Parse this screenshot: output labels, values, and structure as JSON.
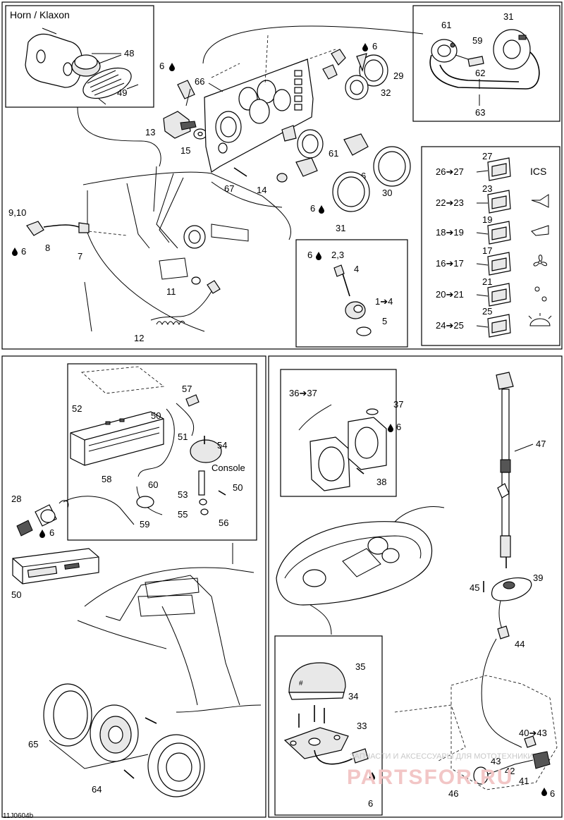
{
  "diagram_id": "11J0604b",
  "horn_title": "Horn  / Klaxon",
  "console_label": "Console",
  "ics_label": "ICS",
  "watermark": {
    "top": "ЗАПЧАСТИ И АКСЕССУАРЫ ДЛЯ МОТОТЕХНИКИ",
    "brand": "PARTSFOR.RU"
  },
  "callouts": {
    "p48": "48",
    "p49": "49",
    "p6_horn": "6",
    "p66": "66",
    "p13": "13",
    "p15": "15",
    "p6_a": "6",
    "p29": "29",
    "p32": "32",
    "p6_b": "6",
    "p61_mid": "61",
    "p6_c": "6",
    "p30": "30",
    "p31_mid": "31",
    "p6_d": "6",
    "p67": "67",
    "p14": "14",
    "p910": "9,10",
    "p8": "8",
    "p6_e": "6",
    "p7": "7",
    "p11": "11",
    "p12": "12",
    "p61_box": "61",
    "p31_box": "31",
    "p59": "59",
    "p62": "62",
    "p63": "63",
    "s27": "27",
    "s26_27": "26➔27",
    "s23": "23",
    "s22_23": "22➔23",
    "s19": "19",
    "s18_19": "18➔19",
    "s17": "17",
    "s16_17": "16➔17",
    "s21": "21",
    "s20_21": "20➔21",
    "s25": "25",
    "s24_25": "24➔25",
    "g6": "6",
    "g23": "2,3",
    "g4": "4",
    "g14": "1➔4",
    "g5": "5",
    "r52": "52",
    "r50a": "50",
    "r57": "57",
    "r51": "51",
    "r54": "54",
    "r58": "58",
    "r60": "60",
    "r53": "53",
    "r50b": "50",
    "r55": "55",
    "r56": "56",
    "r59": "59",
    "r28": "28",
    "r6": "6",
    "r50c": "50",
    "r65": "65",
    "r64": "64",
    "c3637": "36➔37",
    "c37": "37",
    "c6": "6",
    "c38": "38",
    "l35": "35",
    "l34": "34",
    "l33": "33",
    "l6": "6",
    "n47": "47",
    "n45": "45",
    "n39": "39",
    "n44": "44",
    "n4043": "40➔43",
    "n43": "43",
    "n42": "42",
    "n41": "41",
    "n46": "46",
    "n6": "6"
  }
}
